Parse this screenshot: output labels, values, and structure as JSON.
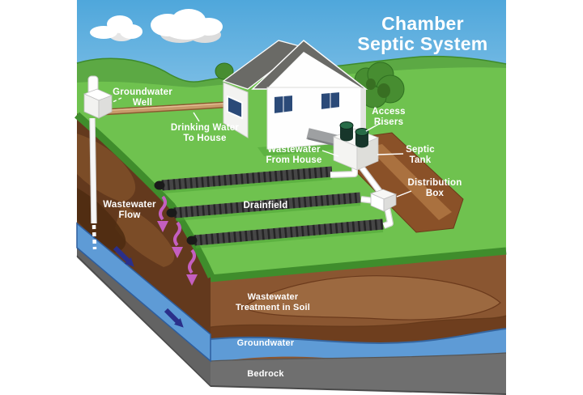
{
  "title": {
    "line1": "Chamber",
    "line2": "Septic System"
  },
  "labels": {
    "groundwater_well": {
      "line1": "Groundwater",
      "line2": "Well"
    },
    "drinking_water": {
      "line1": "Drinking Water",
      "line2": "To House"
    },
    "wastewater_from_house": {
      "line1": "Wastewater",
      "line2": "From House"
    },
    "access_risers": {
      "line1": "Access",
      "line2": "Risers"
    },
    "septic_tank": {
      "line1": "Septic",
      "line2": "Tank"
    },
    "distribution_box": {
      "line1": "Distribution",
      "line2": "Box"
    },
    "drainfield": {
      "text": "Drainfield"
    },
    "wastewater_flow": {
      "line1": "Wastewater",
      "line2": "Flow"
    },
    "soil_treatment": {
      "line1": "Wastewater",
      "line2": "Treatment in Soil"
    },
    "groundwater_layer": {
      "text": "Groundwater"
    },
    "bedrock_layer": {
      "text": "Bedrock"
    }
  },
  "colors": {
    "sky": "#4FA7DB",
    "hills": "#5CA944",
    "grass": "#6FC24F",
    "sod_edge": "#3F8D2C",
    "soil_front": "#8A5631",
    "soil_cut": "#63391D",
    "groundwater_blue": "#5E9BD6",
    "bedrock_gray": "#6F6F6F",
    "trench_brown": "#8A5128",
    "percolation_arrow": "#C45FC0",
    "flow_arrow": "#2A2F8A",
    "riser_green": "#17362B",
    "pipe_tan": "#C79A6A",
    "label_text": "#FFFFFF"
  }
}
